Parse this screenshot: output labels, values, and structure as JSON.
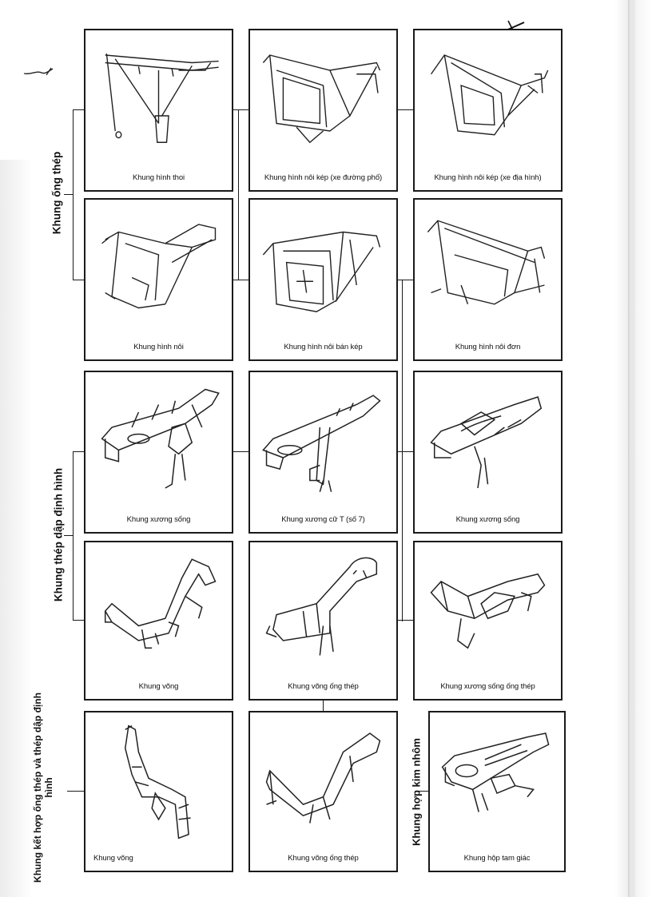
{
  "groups": {
    "steel_tube": "Khung ống thép",
    "pressed_steel": "Khung thép dập định hình",
    "combined": "Khung kết hợp ống thép và thép dập định hình",
    "aluminum_box": "Khung hợp kim nhôm"
  },
  "panels": [
    {
      "caption": "Khung hình thoi"
    },
    {
      "caption": "Khung hình nôi kép (xe đường phố)"
    },
    {
      "caption": "Khung hình nôi kép (xe địa hình)"
    },
    {
      "caption": "Khung hình nôi"
    },
    {
      "caption": "Khung hình nôi bán kép"
    },
    {
      "caption": "Khung hình nôi đơn"
    },
    {
      "caption": "Khung xương sống"
    },
    {
      "caption": "Khung xương cữ T (số 7)"
    },
    {
      "caption": "Khung xương sống"
    },
    {
      "caption": "Khung võng"
    },
    {
      "caption": "Khung võng ống thép"
    },
    {
      "caption": "Khung xương sống ống thép"
    },
    {
      "caption": "Khung võng"
    },
    {
      "caption": "Khung võng ống thép"
    },
    {
      "caption": "Khung hộp tam giác"
    }
  ]
}
